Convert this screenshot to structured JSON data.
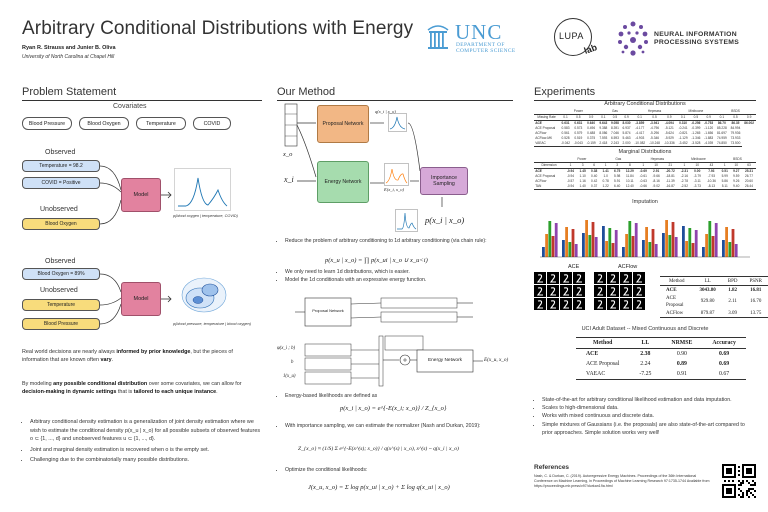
{
  "header": {
    "title": "Arbitrary Conditional Distributions with Energy",
    "authors": "Ryan R. Strauss and Junier B. Oliva",
    "affiliation": "University of North Carolina at Chapel Hill",
    "logos": {
      "unc": "UNC",
      "unc_dept_line1": "DEPARTMENT OF",
      "unc_dept_line2": "COMPUTER SCIENCE",
      "lupa": "LUPA",
      "lupa_lab": "lab",
      "neurips_line1": "NEURAL INFORMATION",
      "neurips_line2": "PROCESSING SYSTEMS"
    }
  },
  "problem": {
    "heading": "Problem Statement",
    "covariates_title": "Covariates",
    "covariates": [
      "Blood Pressure",
      "Blood Oxygen",
      "Temperature",
      "COVID"
    ],
    "ex1": {
      "observed_label": "Observed",
      "observed": [
        "Temperature = 98.2",
        "COVID = Positive"
      ],
      "unobserved_label": "Unobserved",
      "unobserved": [
        "Blood Oxygen"
      ],
      "model": "Model",
      "caption": "p(blood oxygen | temperature, COVID)"
    },
    "ex2": {
      "observed_label": "Observed",
      "observed": [
        "Blood Oxygen = 89%"
      ],
      "unobserved_label": "Unobserved",
      "unobserved": [
        "Temperature",
        "Blood Pressure"
      ],
      "model": "Model",
      "caption": "p(blood pressure, temperature | blood oxygen)"
    },
    "para1_a": "Real world decisions are nearly always ",
    "para1_b": "informed by prior knowledge",
    "para1_c": ", but the pieces of information that are known often ",
    "para1_d": "vary",
    "para1_e": ".",
    "para2_a": "By modeling ",
    "para2_b": "any possible conditional distribution",
    "para2_c": " over some covariates, we can allow for ",
    "para2_d": "decision-making in dynamic settings",
    "para2_e": " that is ",
    "para2_f": "tailored to each unique instance",
    "para2_g": ".",
    "bullets": [
      "Arbitrary conditional density estimation is a generalization of joint density estimation where we wish to estimate the conditional density p(x_u | x_o) for all possible subsets of observed features o ⊂ {1, ..., d} and unobserved features u ⊂ {1, ..., d}.",
      "Joint and marginal density estimation is recovered when o is the empty set.",
      "Challenging due to the combinatorially many possible distributions."
    ]
  },
  "method": {
    "heading": "Our Method",
    "proposal": "Proposal Network",
    "energy": "Energy Network",
    "importance": "Importance Sampling",
    "out_q": "q(x_i | x_o)",
    "out_e": "E(x_i, x_o)",
    "out_p": "p(x_i | x_o)",
    "in_xo": "x_o",
    "in_xi": "x_i",
    "bullets1": [
      "Reduce the problem of arbitrary conditioning to 1d arbitrary conditioning (via chain rule):",
      "We only need to learn 1d distributions, which is easier.",
      "Model the 1d conditionals with an expressive energy function."
    ],
    "chain_rule": "p(x_u | x_o) = ∏ p(x_ui | x_o ∪ x_u<i)",
    "mid_diagram": {
      "prop_net": "Proposal Network",
      "energy_net": "Energy Network",
      "out_energy": "E(x_u, x_o)",
      "row_labels": [
        "φ(x_i ; b)",
        "b",
        "1(x_u)"
      ]
    },
    "bullets2": [
      "Energy-based likelihoods are defined as",
      "With importance sampling, we can estimate the normalizer (Nash and Durkan, 2019):",
      "Optimize the conditional likelihoods:"
    ],
    "ebm_formula": "p(x_i | x_o) = e^{-E(x_i; x_o)} / Z_{x_o}",
    "norm_formula": "Z_{x_o} ≈ (1/S) Σ e^{-E(x^(s); x_o)} / q(x^(s) | x_o),   x^(s) ~ q(x_i | x_o)",
    "obj_formula": "J(x_u, x_o) = Σ log p(x_ui | x_o) + Σ log q(x_ui | x_o)"
  },
  "experiments": {
    "heading": "Experiments",
    "t1_title": "Arbitrary Conditional Distributions",
    "t2_title": "Marginal Distributions",
    "t3_title": "Imputation",
    "t4_title": "UCI Adult Dataset -- Mixed Continuous and Discrete",
    "t1": {
      "groups": [
        "Power",
        "Gas",
        "Hepmass",
        "Miniboone",
        "BSDS"
      ],
      "header": [
        "Missing Rate",
        "0.1",
        "0.5",
        "0.9",
        "0.1",
        "0.5",
        "0.9",
        "0.1",
        "0.5",
        "0.9",
        "0.1",
        "0.5",
        "0.9",
        "0.1",
        "0.5",
        "0.9"
      ],
      "rows": [
        [
          "ACE",
          "0.631",
          "0.631",
          "0.640",
          "9.643",
          "9.058",
          "8.030",
          "-3.859",
          "-3.941",
          "-4.094",
          "0.310",
          "-0.256",
          "-0.753",
          "86.70",
          "86.35",
          "86.002"
        ],
        [
          "ACE Proposal",
          "0.583",
          "0.573",
          "0.496",
          "9.388",
          "8.391",
          "6.937",
          "-4.177",
          "-4.796",
          "-5.121",
          "-0.241",
          "-0.399",
          "-1.120",
          "85.228",
          "84.994"
        ],
        [
          "ACFlow",
          "0.561",
          "0.579",
          "0.488",
          "8.086",
          "7.046",
          "5.874",
          "-4.417",
          "-5.296",
          "-5.624",
          "-0.821",
          "-1.265",
          "-1.656",
          "81.697",
          "79.936"
        ],
        [
          "ACFlow-MK",
          "0.528",
          "0.519",
          "0.375",
          "7.593",
          "6.593",
          "5.463",
          "-4.903",
          "-5.346",
          "-5.929",
          "-1.129",
          "-1.346",
          "-1.883",
          "74.959",
          "73.933"
        ],
        [
          "VAEAC",
          "-0.042",
          "-0.043",
          "-0.159",
          "2.418",
          "2.243",
          "2.000",
          "-10.082",
          "-10.248",
          "-10.336",
          "-3.452",
          "-3.528",
          "-4.039",
          "74.850",
          "73.500"
        ]
      ]
    },
    "t2": {
      "groups": [
        "Power",
        "Gas",
        "Hepmass",
        "Miniboone",
        "BSDS"
      ],
      "header": [
        "Dimension",
        "1",
        "3",
        "6",
        "1",
        "3",
        "8",
        "1",
        "10",
        "21",
        "1",
        "10",
        "43",
        "1",
        "10",
        "63"
      ],
      "rows": [
        [
          "ACE",
          "-0.94",
          "1.45",
          "0.38",
          "1.41",
          "6.75",
          "12.29",
          "-0.69",
          "2.91",
          "-20.72",
          "-2.31",
          "0.00",
          "7.93",
          "0.51",
          "9.27",
          "25.31"
        ],
        [
          "ACE Proposal",
          "-0.94",
          "1.10",
          "0.40",
          "1.0",
          "5.98",
          "11.84",
          "-0.61",
          "-9.66",
          "-18.81",
          "-2.16",
          "-3.79",
          "-7.93",
          "5.99",
          "9.59",
          "26.77"
        ],
        [
          "ACFlow",
          "-0.57",
          "1.16",
          "0.42",
          "0.78",
          "5.91",
          "10.11",
          "-0.63",
          "-8.16",
          "-11.39",
          "-2.78",
          "-3.11",
          "-10.36",
          "5.86",
          "9.26",
          "20.60"
        ],
        [
          "TAN",
          "-0.94",
          "1.40",
          "0.37",
          "1.22",
          "6.40",
          "12.40",
          "-0.66",
          "-9.02",
          "-16.87",
          "-2.52",
          "-3.73",
          "-8.13",
          "5.11",
          "9.40",
          "26.44"
        ]
      ]
    },
    "t3": {
      "header": [
        "Method",
        "LL",
        "BPD",
        "PSNR"
      ],
      "rows": [
        [
          "ACE",
          "3043.80",
          "1.82",
          "16.81"
        ],
        [
          "ACE Proposal",
          "929.80",
          "2.11",
          "16.70"
        ],
        [
          "ACFlow",
          "879.87",
          "3.09",
          "13.75"
        ]
      ],
      "image_labels": [
        "ACE",
        "ACFlow"
      ]
    },
    "t4": {
      "header": [
        "Method",
        "LL",
        "NRMSE",
        "Accuracy"
      ],
      "rows": [
        [
          "ACE",
          "2.38",
          "0.90",
          "0.69"
        ],
        [
          "ACE Proposal",
          "2.24",
          "0.89",
          "0.69"
        ],
        [
          "VAEAC",
          "-7.25",
          "0.91",
          "0.67"
        ]
      ]
    },
    "bullets": [
      "State-of-the-art for arbitrary conditional likelihood estimation and data imputation.",
      "Scales to high-dimensional data.",
      "Works with mixed continuous and discrete data.",
      "Simple mixtures of Gaussians (i.e. the proposals) are also state-of-the-art compared to prior approaches. Simple solution works very well!"
    ],
    "refs_heading": "References",
    "refs_text": "Nash, C. & Durkan, C. (2019). Autoregressive Energy Machines. Proceedings of the 36th International Conference on Machine Learning, in Proceedings of Machine Learning Research 97:1735-1744 Available from https://proceedings.mlr.press/v97/durkan19a.html"
  },
  "colors": {
    "observed_fill": "#cfe1f7",
    "unobserved_fill": "#f8dc7c",
    "model_fill": "#e2829f",
    "proposal_fill": "#f2b785",
    "energy_fill": "#a6dcae",
    "importance_fill": "#d6a9d8",
    "unc_blue": "#4B9CD3"
  }
}
